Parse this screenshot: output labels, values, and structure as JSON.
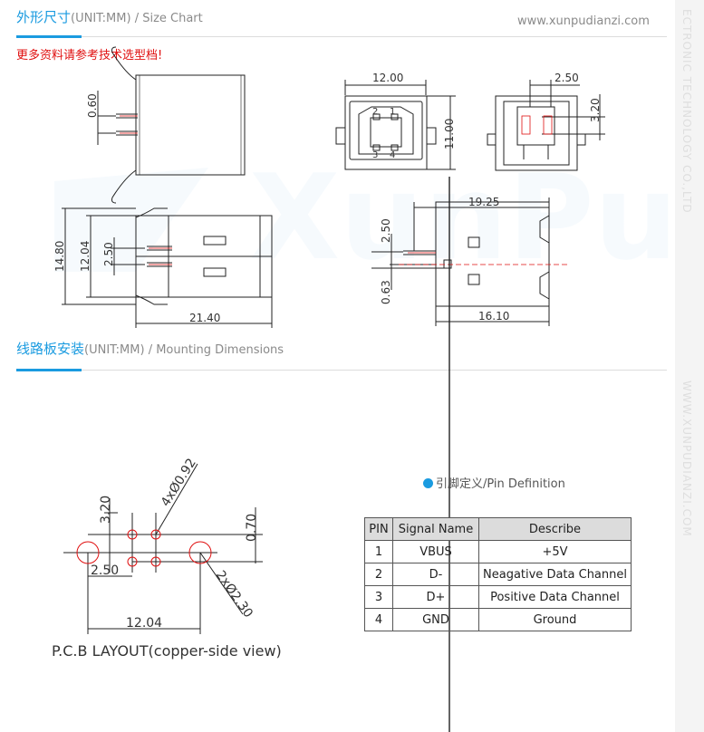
{
  "header": {
    "title_cn": "外形尺寸",
    "title_en": "(UNIT:MM) / Size Chart",
    "website": "www.xunpudianzi.com",
    "note": "更多资料请参考技术选型档!"
  },
  "mounting": {
    "title_cn": "线路板安装",
    "title_en": "(UNIT:MM) / Mounting Dimensions"
  },
  "watermark": {
    "brand": "XunPu",
    "side_company": "ECTRONIC TECHNOLOGY CO.,LTD",
    "side_site": "WWW.XUNPUDIANZI.COM"
  },
  "colors": {
    "accent": "#1a9be0",
    "note_red": "#e01010",
    "table_header": "#dcdcdc"
  },
  "dims": {
    "side_view": {
      "lead_offset": "0.60"
    },
    "front_view": {
      "width": "12.00",
      "height": "11.00",
      "pin1": "1",
      "pin2": "2",
      "pin3": "3",
      "pin4": "4"
    },
    "back_view": {
      "pitch": "2.50",
      "row": "3.20"
    },
    "top_view": {
      "width": "14.80",
      "body": "12.04",
      "pitch": "2.50",
      "length": "21.40"
    },
    "right_side": {
      "total": "19.25",
      "pitch": "2.50",
      "offset": "0.63",
      "body": "16.10"
    },
    "pcb": {
      "row": "3.20",
      "small_holes": "4xØ0.92",
      "offset": "0.70",
      "pitch": "2.50",
      "span": "12.04",
      "large_holes": "2xØ2.30"
    }
  },
  "pcb_caption": "P.C.B LAYOUT(copper-side view)",
  "pin_definition": {
    "title": "引脚定义/Pin Definition",
    "headers": [
      "PIN",
      "Signal Name",
      "Describe"
    ],
    "rows": [
      [
        "1",
        "VBUS",
        "+5V"
      ],
      [
        "2",
        "D-",
        "Neagative Data Channel"
      ],
      [
        "3",
        "D+",
        "Positive Data Channel"
      ],
      [
        "4",
        "GND",
        "Ground"
      ]
    ]
  }
}
